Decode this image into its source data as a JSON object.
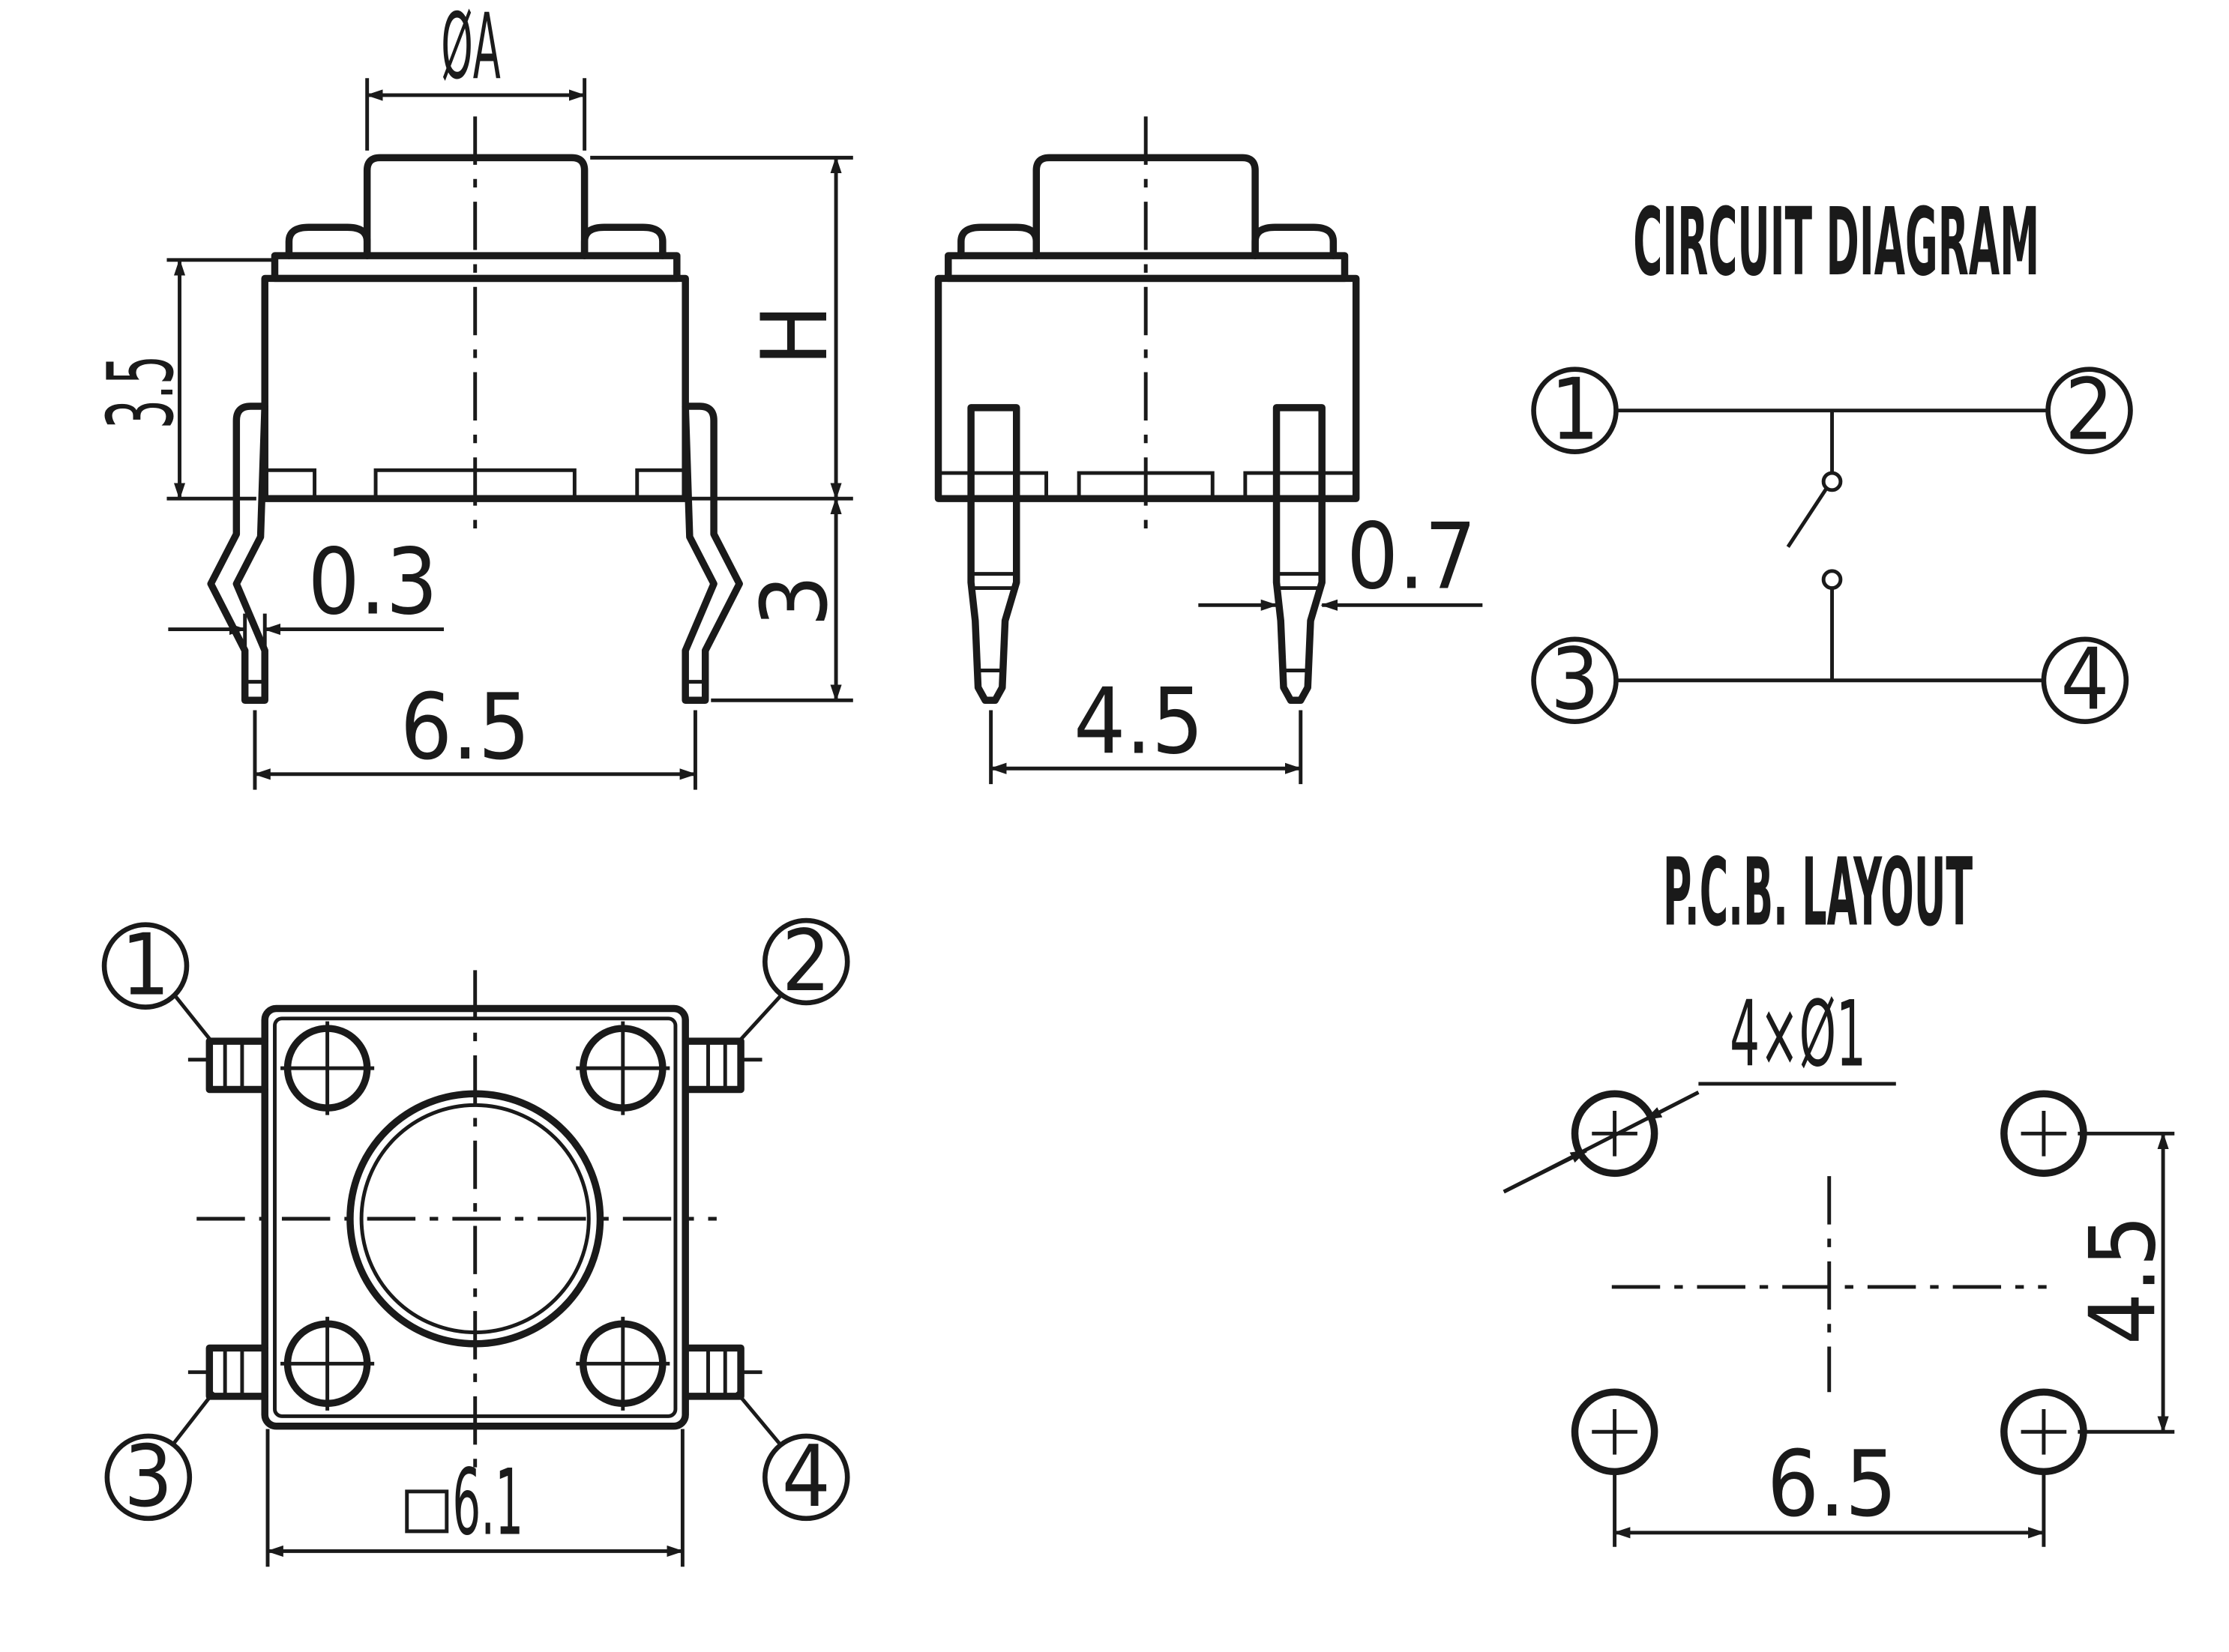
{
  "titles": {
    "circuit": "CIRCUIT DIAGRAM",
    "pcb": "P.C.B. LAYOUT"
  },
  "dimensions": {
    "plunger_diameter": "ØA",
    "height": "H",
    "body_height": "3.5",
    "leg_length": "3",
    "lead_thickness": "0.3",
    "lead_pitch_front": "6.5",
    "lead_pitch_side": "4.5",
    "lead_width": "0.7",
    "body_square": "6.1",
    "holes": "4×Ø1",
    "pcb_vertical": "4.5",
    "pcb_horizontal": "6.5"
  },
  "pins": [
    "1",
    "2",
    "3",
    "4"
  ],
  "accent_color": "#1a1a1a"
}
